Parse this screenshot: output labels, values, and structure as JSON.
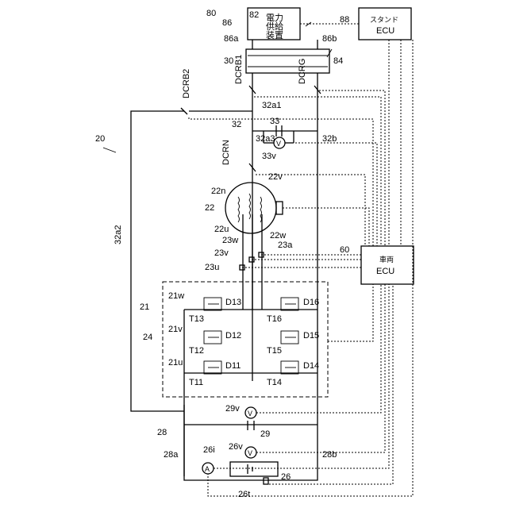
{
  "labels": {
    "fig_num": "20",
    "ref_80": "80",
    "ref_86": "86",
    "ref_82": "82",
    "ref_86a": "86a",
    "ref_86b": "86b",
    "ref_88": "88",
    "ref_30": "30",
    "ref_84": "84",
    "dcrb2": "DCRB2",
    "dcrb1": "DCRB1",
    "dcrg": "DCRG",
    "dcrn": "DCRN",
    "ref_32a1": "32a1",
    "ref_32": "32",
    "ref_33": "33",
    "ref_32a3": "32a3",
    "ref_33v": "33v",
    "ref_32b": "32b",
    "ref_22": "22",
    "ref_22n": "22n",
    "ref_22v": "22v",
    "ref_22u": "22u",
    "ref_22w": "22w",
    "ref_23a": "23a",
    "ref_23w": "23w",
    "ref_23v": "23v",
    "ref_23u": "23u",
    "ref_60": "60",
    "ref_32a2": "32a2",
    "ref_21": "21",
    "ref_21w": "21w",
    "ref_21v": "21v",
    "ref_21u": "21u",
    "ref_24": "24",
    "t11": "T11",
    "t12": "T12",
    "t13": "T13",
    "t14": "T14",
    "t15": "T15",
    "t16": "T16",
    "d11": "D11",
    "d12": "D12",
    "d13": "D13",
    "d14": "D14",
    "d15": "D15",
    "d16": "D16",
    "ref_29v": "29v",
    "ref_29": "29",
    "ref_28": "28",
    "ref_28a": "28a",
    "ref_26i": "26i",
    "ref_26v": "26v",
    "ref_28b": "28b",
    "ref_26": "26",
    "ref_26t": "26t",
    "meter_v": "V",
    "meter_a": "A"
  },
  "boxes": {
    "power_supply": [
      "電力",
      "供給",
      "装置"
    ],
    "stand_ecu": [
      "スタンド",
      "ECU"
    ],
    "vehicle_ecu": [
      "車両",
      "ECU"
    ]
  }
}
